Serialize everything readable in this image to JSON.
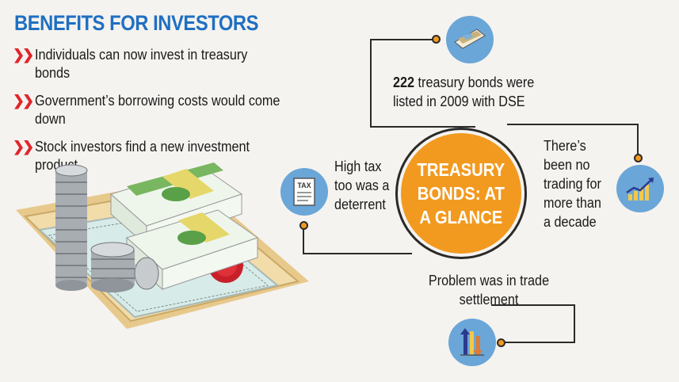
{
  "header": {
    "title": "BENEFITS FOR INVESTORS"
  },
  "benefits": [
    "Individuals can now invest in treasury bonds",
    "Government’s borrowing costs would come down",
    "Stock investors find a new investment product"
  ],
  "center": {
    "line1": "TREASURY",
    "line2": "BONDS: AT",
    "line3": "A GLANCE"
  },
  "facts": {
    "listed": {
      "number": "222",
      "rest_line1": " treasury bonds were",
      "line2": "listed in 2009 with DSE"
    },
    "trading": {
      "l1": "There’s",
      "l2": "been no",
      "l3": "trading for",
      "l4": "more than",
      "l5": "a decade"
    },
    "tax": {
      "l1": "High tax",
      "l2": "too was a",
      "l3": "deterrent"
    },
    "settlement": {
      "l1": "Problem was in trade",
      "l2": "settlement"
    }
  },
  "icons": {
    "tax_label": "TAX",
    "names": [
      "money-stack-icon",
      "growth-chart-icon",
      "tax-document-icon",
      "trade-arrows-icon"
    ]
  },
  "colors": {
    "title": "#1f6fc2",
    "accent": "#f29a1f",
    "bullet": "#e0262c",
    "icon_bg": "#6aa6d8"
  }
}
